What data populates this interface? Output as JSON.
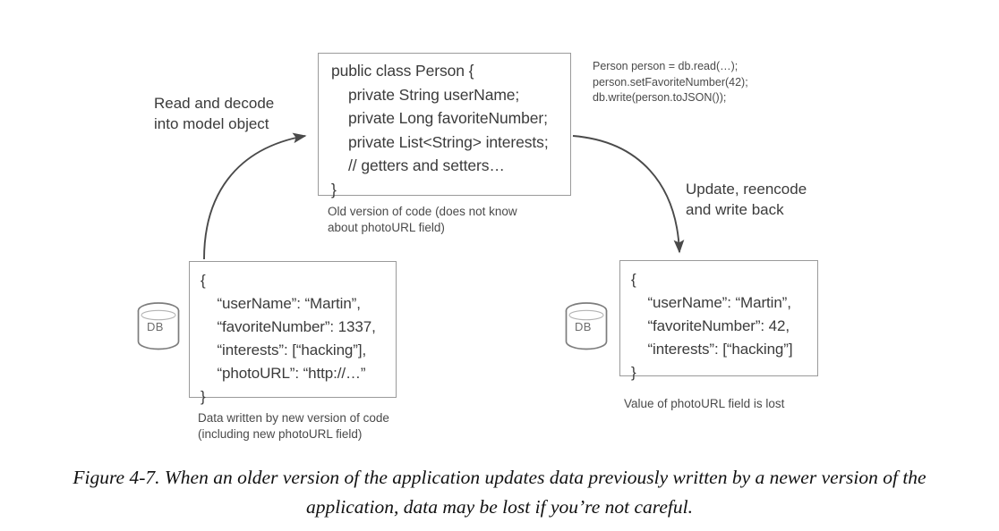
{
  "figure": {
    "caption_line1": "Figure 4-7. When an older version of the application updates data previously written by a newer",
    "caption_line2": "version of the application, data may be lost if you’re not careful."
  },
  "code_box": {
    "name": "person-class-code",
    "lines": "public class Person {\n    private String userName;\n    private Long favoriteNumber;\n    private List<String> interests;\n    // getters and setters…\n}",
    "note": "Old version of code (does not know\nabout photoURL field)"
  },
  "snippet": {
    "name": "update-code-snippet",
    "lines": "Person person = db.read(…);\nperson.setFavoriteNumber(42);\ndb.write(person.toJSON());"
  },
  "arrows": {
    "read_label": "Read and decode\ninto model object",
    "write_label": "Update, reencode\nand write back"
  },
  "left_db": {
    "label": "DB",
    "json": "{\n    “userName”: “Martin”,\n    “favoriteNumber”: 1337,\n    “interests”: [“hacking”],\n    “photoURL”: “http://…”\n}",
    "note": "Data written by new version of code\n(including new photoURL field)"
  },
  "right_db": {
    "label": "DB",
    "json": "{\n    “userName”: “Martin”,\n    “favoriteNumber”: 42,\n    “interests”: [“hacking”]\n}",
    "note": "Value of photoURL field is lost"
  },
  "colors": {
    "box_border": "#9a9a9a",
    "arrow": "#4a4a4a",
    "text": "#3b3b3b",
    "note_text": "#4a4a4a",
    "db_outline": "#7d7d7d"
  }
}
